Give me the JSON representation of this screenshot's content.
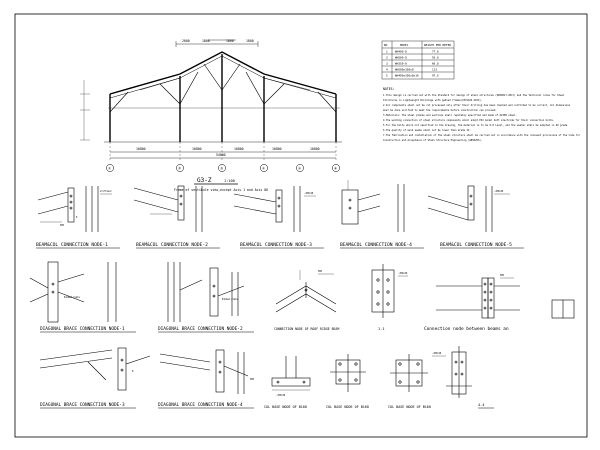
{
  "frame": {
    "title": "G3-Z",
    "title_scale": "1:100",
    "subtitle": "Frame of vestibule view,except Axis 1 and Axis 86",
    "dims_top": [
      "2000",
      "1800",
      "1800",
      "1800"
    ],
    "dims_bottom": [
      "10800",
      "10800",
      "10800",
      "10800",
      "10800"
    ],
    "dims_overall": [
      "54000"
    ],
    "axes": [
      "①",
      "②",
      "③",
      "④",
      "⑤",
      "⑥"
    ]
  },
  "table": {
    "headers": [
      "NO",
      "MODEL",
      "WEIGHT PER METER"
    ],
    "rows": [
      [
        "1",
        "WH400-8",
        "77.6"
      ],
      [
        "2",
        "WH500-8",
        "93.6"
      ],
      [
        "3",
        "WH350-8",
        "66.8"
      ],
      [
        "4",
        "WH500x350x8",
        "113"
      ],
      [
        "5",
        "WH400x350x8x16",
        "97.5"
      ]
    ]
  },
  "notes": {
    "heading": "NOTES:",
    "lines": [
      "1.This design is carried out with the Standard for design of steel structures (GB50017-2017) and the Technical rules for Steel",
      "Structures in Lightweight Buildings with gabled frames(CECS102-2015).",
      "2.All components shall not be cut processed only after their drilling has been checked and confirmed to be correct, all dimensions",
      "must be done verified to meet the requirements before construction can proceed.",
      "3.Materials: The steel plates and sections shall reputably specified and made of Q235B steel.",
      "4.The welding connection of steel structure components shall adopt E43 model butt electrode for their connection bolts.",
      "5.For the bolts which not specified in the drawing, the material is to be 8.8 level, and the washer shall be adopted in 40 grade.",
      "6.The quality of weld seams shall not be lower than Grade II.",
      "7.The fabrication and installation of the steel structure shall be carried out in accordance with the relevant provisions of the Code for",
      "Construction and Acceptance of Steel Structure Engineering (GB50205)."
    ]
  },
  "details": {
    "row1": [
      "BEAM&COL CONNECTION NODE-1",
      "BEAM&COL CONNECTION NODE-2",
      "BEAM&COL CONNECTION NODE-3",
      "BEAM&COL CONNECTION NODE-4",
      "BEAM&COL CONNECTION NODE-5"
    ],
    "row2": [
      "DIAGONAL BRACE CONNECTION NODE-1",
      "DIAGONAL BRACE CONNECTION NODE-2",
      "CONNECTION NODE OF ROOF RIDGE BEAM",
      "1-1",
      "Connection node between beams an"
    ],
    "row3": [
      "DIAGONAL BRACE CONNECTION NODE-3",
      "DIAGONAL BRACE CONNECTION NODE-4",
      "COL BASE NODE OF B100",
      "COL BASE NODE OF B160",
      "COL BASE NODE OF B160",
      "4-4"
    ]
  },
  "labels": {
    "bolt": "M20",
    "stiffener": "stiffener",
    "weld": "8",
    "plate": "-200x20",
    "rib": "Ribbed plate"
  }
}
